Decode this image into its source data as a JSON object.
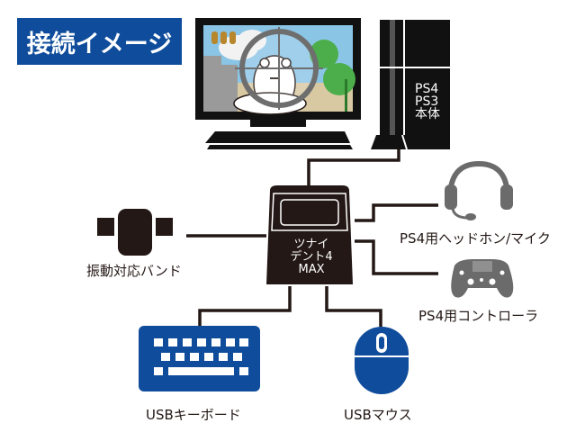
{
  "title": "接続イメージ",
  "colors": {
    "title_bg": "#0f4c9b",
    "usb_blue": "#0f4c9b",
    "line": "#231815",
    "icon_gray": "#595757"
  },
  "console": {
    "lines": [
      "PS4",
      "PS3",
      "本体"
    ]
  },
  "hub": {
    "lines": [
      "ツナイ",
      "デント4",
      "MAX"
    ]
  },
  "devices": {
    "vibration_band": "振動対応バンド",
    "headset": "PS4用ヘッドホン/マイク",
    "controller": "PS4用コントローラ",
    "keyboard": "USBキーボード",
    "mouse": "USBマウス"
  }
}
